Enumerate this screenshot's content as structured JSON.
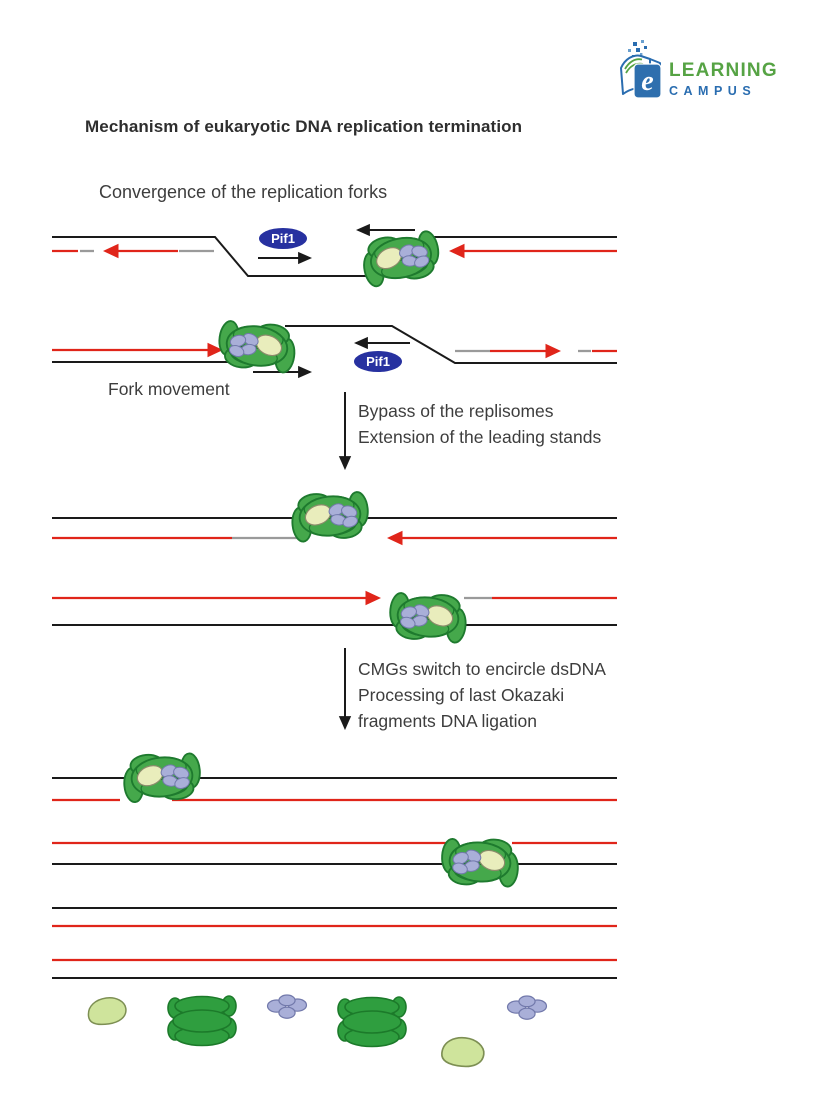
{
  "logo": {
    "learning": "LEARNING",
    "campus": "CAMPUS",
    "emblem_letter": "e"
  },
  "title": "Mechanism of eukaryotic DNA replication termination",
  "labels": {
    "step1": "Convergence of the replication forks",
    "pif1_a": "Pif1",
    "pif1_b": "Pif1",
    "fork_movement": "Fork movement",
    "bypass1": "Bypass of the replisomes",
    "bypass2": "Extension of the leading stands",
    "cmg1": "CMGs switch to encircle dsDNA",
    "cmg2": "Processing of last Okazaki",
    "cmg3": "fragments DNA ligation"
  },
  "colors": {
    "parental_strand_black": "#1a1a1a",
    "nascent_strand_red": "#e0251a",
    "primer_gray": "#9a9a9a",
    "cmg_green": "#45a84b",
    "cmg_outline_green": "#1e7a2e",
    "dissociated_cmg_green": "#2f9e3f",
    "polymerase_purple": "#a9afd8",
    "accessory_light_green": "#e9edbc",
    "pif1_blue": "#2731a0",
    "logo_green": "#56a344",
    "logo_blue": "#2a6db0"
  }
}
